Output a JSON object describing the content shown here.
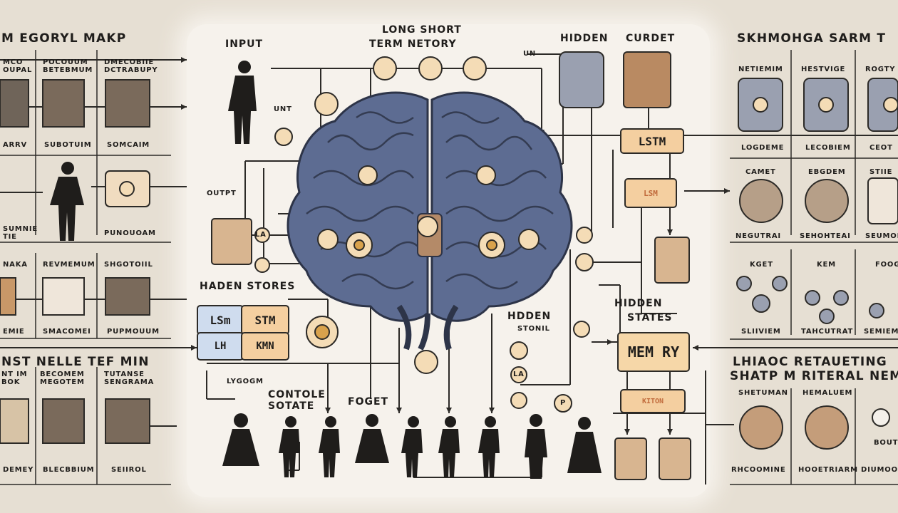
{
  "colors": {
    "background": "#e6dfd3",
    "panel": "#f6f2ec",
    "ink": "#1f1d1b",
    "brain": "#5d6c92",
    "brain_dark": "#2d3448",
    "node": "#f4dcb6",
    "node_ring": "#c9834a",
    "lstm_box": "#f4cfa0",
    "memory_box": "#f6d7a8",
    "blue_box": "#cfdcee",
    "wood": "#b98a62"
  },
  "left_panel": {
    "title": "M EGORYL MAKP",
    "row1_labels": [
      "MCO\nOUPAL",
      "POCOUUM\nBETEBMUM",
      "DMECOBIIE\nDCTRABUPY"
    ],
    "row1_captions": [
      "ARRV",
      "SUBOTUIM",
      "SOMCAIM"
    ],
    "row2_captions": [
      "SUMNIE\nTIE",
      "PUNOUOAM"
    ],
    "row3_labels": [
      "NAKA",
      "REVMEMUM",
      "SHGOTOIIL"
    ],
    "row3_captions": [
      "EMIE",
      "SMACOMEI",
      "PUPMOUUM"
    ],
    "section_title": "NST NELLE TEF MIN",
    "row4_labels": [
      "NT IM\nBOK",
      "BECOMEM\nMEGOTEM",
      "TUTANSE\nSENGRAMA"
    ],
    "row4_captions": [
      "DEMEY",
      "BLECBBIUM",
      "SEIIROL"
    ]
  },
  "center": {
    "title_line1": "LONG SHORT",
    "title_line2": "TERM NETORY",
    "input_label": "INPUT",
    "unt_label": "UNT",
    "output_label": "OUTPT",
    "la_label": "LA",
    "hidden_stores_label": "HADEN STORES",
    "lsm_label": "LSm",
    "stm_label": "STM",
    "lh_label": "LH",
    "kmn_label": "KMN",
    "lygom_label": "LYGOGM",
    "contole_label": "CONTOLE",
    "sotate_label": "SOTATE",
    "foget_label": "FOGET",
    "hidden_top_label": "HIDDEN",
    "curdet_label": "CURDET",
    "un_label": "UN",
    "lstm_label": "LSTM",
    "lsm_small_label": "LSM",
    "hidden_states_label_1": "HIDDEN",
    "hidden_states_label_2": "STATES",
    "hdden_label": "HDDEN",
    "stonil_label": "STONIL",
    "memory_label": "MEM RY",
    "kiton_label": "KITON",
    "la2_label": "LA",
    "p_label": "P"
  },
  "right_panel": {
    "title": "SKHMOHGA SARM T",
    "row1_labels": [
      "NETIEMIM",
      "HESTVIGE",
      "ROGTY"
    ],
    "row1_captions": [
      "LOGDEME",
      "LECOBIEM",
      "CEOT"
    ],
    "row2_labels": [
      "CAMET",
      "EBGDEM",
      "STIIE"
    ],
    "row2_captions": [
      "NEGUTRAI",
      "SEHOHTEAI",
      "SEUMOL"
    ],
    "row3_labels": [
      "KGET",
      "KEM",
      "FOOG"
    ],
    "row3_captions": [
      "SLIIVIEM",
      "TAHCUTRAT",
      "SEMIEM"
    ],
    "section_title_1": "LHIAOC RETAUETING",
    "section_title_2": "SHATP M RITERAL NEM",
    "row4_labels": [
      "SHETUMAN",
      "HEMALUEM",
      "BOUT"
    ],
    "row4_captions": [
      "RHCOOMINE",
      "HOOETRIARM",
      "DIUMOOL"
    ]
  }
}
